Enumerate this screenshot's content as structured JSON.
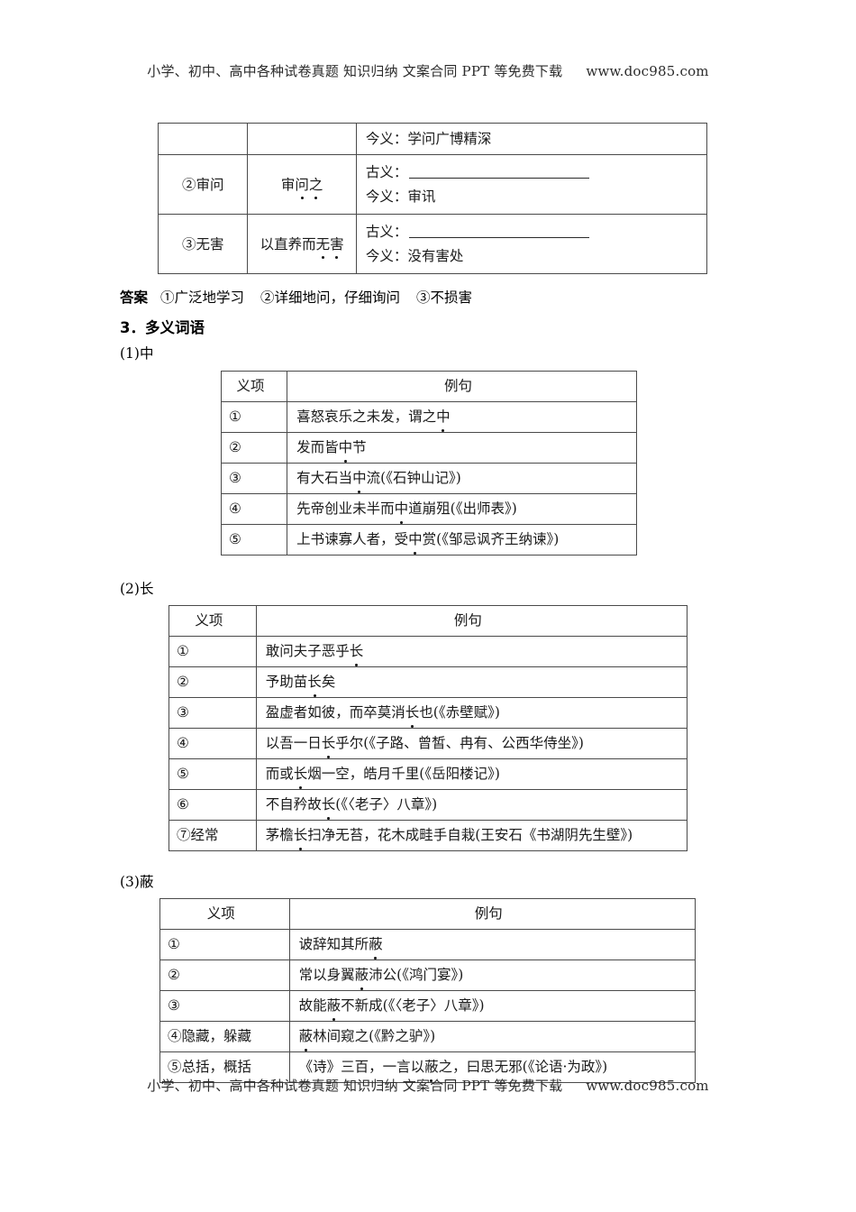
{
  "running_head": {
    "text": "小学、初中、高中各种试卷真题  知识归纳  文案合同  PPT 等免费下载",
    "url": "www.doc985.com"
  },
  "running_foot": {
    "text": "小学、初中、高中各种试卷真题  知识归纳  文案合同  PPT 等免费下载",
    "url": "www.doc985.com"
  },
  "guyi_table": {
    "rows": [
      {
        "word": "",
        "example": "",
        "lines": [
          {
            "label": "今义：",
            "value": "学问广博精深",
            "blank": false
          }
        ]
      },
      {
        "word": "②审问",
        "example_prefix": "审",
        "example_dots": "问",
        "example_dots2": "之",
        "example_plain": "审问之",
        "lines": [
          {
            "label": "古义：",
            "value": "",
            "blank": true
          },
          {
            "label": "今义：",
            "value": "审讯",
            "blank": false
          }
        ]
      },
      {
        "word": "③无害",
        "example_plain": "以直养而无害",
        "lines": [
          {
            "label": "古义：",
            "value": "",
            "blank": true
          },
          {
            "label": "今义：",
            "value": "没有害处",
            "blank": false
          }
        ]
      }
    ]
  },
  "answer": {
    "label": "答案",
    "items": [
      "①广泛地学习",
      "②详细地问，仔细询问",
      "③不损害"
    ]
  },
  "section": {
    "number": "3．",
    "title": "多义词语"
  },
  "entries": [
    {
      "label": "(1)中",
      "headers": {
        "sense": "义项",
        "example": "例句"
      },
      "rows": [
        {
          "sense": "①",
          "example": "喜怒哀乐之未发，谓之中"
        },
        {
          "sense": "②",
          "example": "发而皆中节"
        },
        {
          "sense": "③",
          "example": "有大石当中流(《石钟山记》)"
        },
        {
          "sense": "④",
          "example": "先帝创业未半而中道崩殂(《出师表》)"
        },
        {
          "sense": "⑤",
          "example": "上书谏寡人者，受中赏(《邹忌讽齐王纳谏》)"
        }
      ]
    },
    {
      "label": "(2)长",
      "headers": {
        "sense": "义项",
        "example": "例句"
      },
      "rows": [
        {
          "sense": "①",
          "example": "敢问夫子恶乎长"
        },
        {
          "sense": "②",
          "example": "予助苗长矣"
        },
        {
          "sense": "③",
          "example": "盈虚者如彼，而卒莫消长也(《赤壁赋》)"
        },
        {
          "sense": "④",
          "example": "以吾一日长乎尔(《子路、曾皙、冉有、公西华侍坐》)"
        },
        {
          "sense": "⑤",
          "example": "而或长烟一空，皓月千里(《岳阳楼记》)"
        },
        {
          "sense": "⑥",
          "example": "不自矜故长(《〈老子〉八章》)"
        },
        {
          "sense": "⑦经常",
          "example": "茅檐长扫净无苔，花木成畦手自栽(王安石《书湖阴先生壁》)"
        }
      ]
    },
    {
      "label": "(3)蔽",
      "headers": {
        "sense": "义项",
        "example": "例句"
      },
      "rows": [
        {
          "sense": "①",
          "example": "诐辞知其所蔽"
        },
        {
          "sense": "②",
          "example": "常以身翼蔽沛公(《鸿门宴》)"
        },
        {
          "sense": "③",
          "example": "故能蔽不新成(《〈老子〉八章》)"
        },
        {
          "sense": "④隐藏，躲藏",
          "example": "蔽林间窥之(《黔之驴》)"
        },
        {
          "sense": "⑤总括，概括",
          "example": "《诗》三百，一言以蔽之，曰思无邪(《论语·为政》)"
        }
      ]
    }
  ]
}
